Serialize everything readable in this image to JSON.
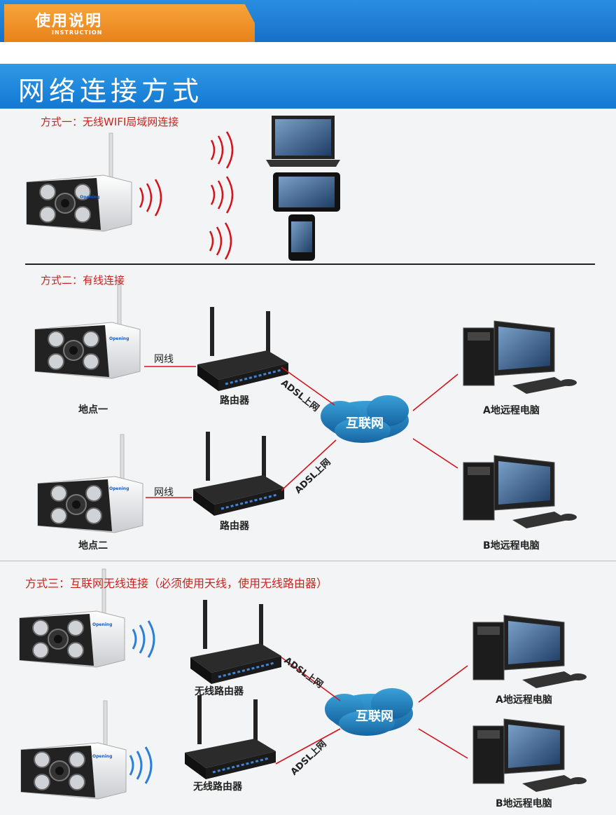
{
  "header": {
    "title": "使用说明",
    "subtitle": "INSTRUCTION"
  },
  "section": {
    "title": "网络连接方式"
  },
  "mode1": {
    "title": "方式一：无线WIFI局域网连接"
  },
  "mode2": {
    "title": "方式二：有线连接",
    "cable": "网线",
    "router": "路由器",
    "adsl": "ADSL上网",
    "internet": "互联网",
    "site1": "地点一",
    "site2": "地点二",
    "pc_a": "A地远程电脑",
    "pc_b": "B地远程电脑"
  },
  "mode3": {
    "title": "方式三：互联网无线连接（必须使用天线，使用无线路由器）",
    "router": "无线路由器",
    "adsl": "ADSL上网",
    "internet": "互联网",
    "pc_a": "A地远程电脑",
    "pc_b": "B地远程电脑"
  },
  "camera_brand": "Opening",
  "colors": {
    "header_blue": "#1a78cc",
    "header_orange": "#f39a2e",
    "red": "#c9241e",
    "wave_blue": "#2a80d8"
  }
}
